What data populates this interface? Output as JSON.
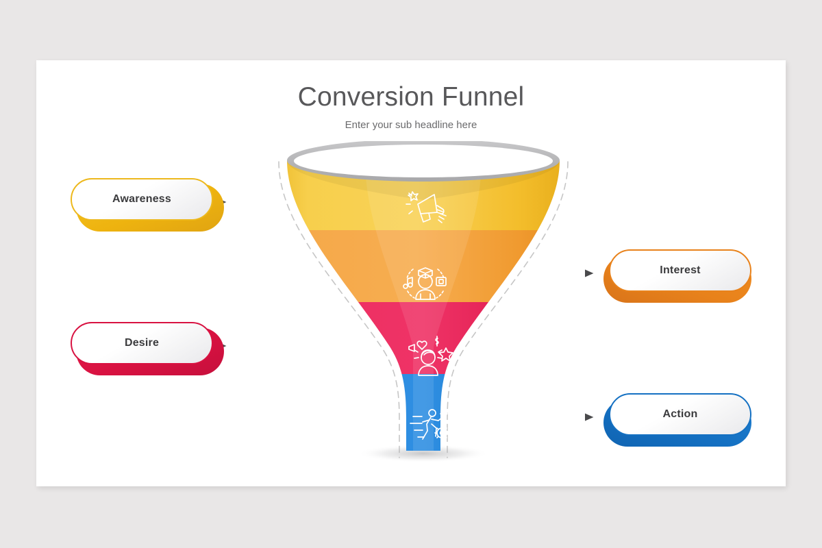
{
  "slide": {
    "title": "Conversion Funnel",
    "subtitle": "Enter your sub headline here",
    "background_color": "#e9e7e7",
    "card_color": "#ffffff"
  },
  "funnel": {
    "rim": {
      "name": "funnel-rim",
      "ring_color": "#b9b9bb",
      "inner_color": "#ffffff"
    },
    "outline_style": "dashed",
    "outline_color": "#c8c8c8",
    "stages": [
      {
        "key": "awareness",
        "label": "Awareness",
        "color": "#f5c430",
        "color_dark": "#dcab1c",
        "icon": "megaphone-icon",
        "side": "left"
      },
      {
        "key": "interest",
        "label": "Interest",
        "color": "#f2a23c",
        "color_dark": "#d8821f",
        "icon": "person-interests-icon",
        "side": "right"
      },
      {
        "key": "desire",
        "label": "Desire",
        "color": "#e8265a",
        "color_dark": "#c61548",
        "icon": "person-desire-icon",
        "side": "left"
      },
      {
        "key": "action",
        "label": "Action",
        "color": "#1e7fd4",
        "color_dark": "#1466b4",
        "icon": "running-person-gear-icon",
        "side": "right"
      }
    ]
  },
  "labels": [
    {
      "key": "awareness",
      "text": "Awareness",
      "accent": "#edb81c",
      "side": "left"
    },
    {
      "key": "interest",
      "text": "Interest",
      "accent": "#e8821b",
      "side": "right"
    },
    {
      "key": "desire",
      "text": "Desire",
      "accent": "#d81241",
      "side": "left"
    },
    {
      "key": "action",
      "text": "Action",
      "accent": "#1470c2",
      "side": "right"
    }
  ],
  "connectors": [
    {
      "key": "awareness",
      "direction": "left",
      "color": "#4a4a4c"
    },
    {
      "key": "interest",
      "direction": "right",
      "color": "#4a4a4c"
    },
    {
      "key": "desire",
      "direction": "left",
      "color": "#4a4a4c"
    },
    {
      "key": "action",
      "direction": "right",
      "color": "#4a4a4c"
    }
  ]
}
